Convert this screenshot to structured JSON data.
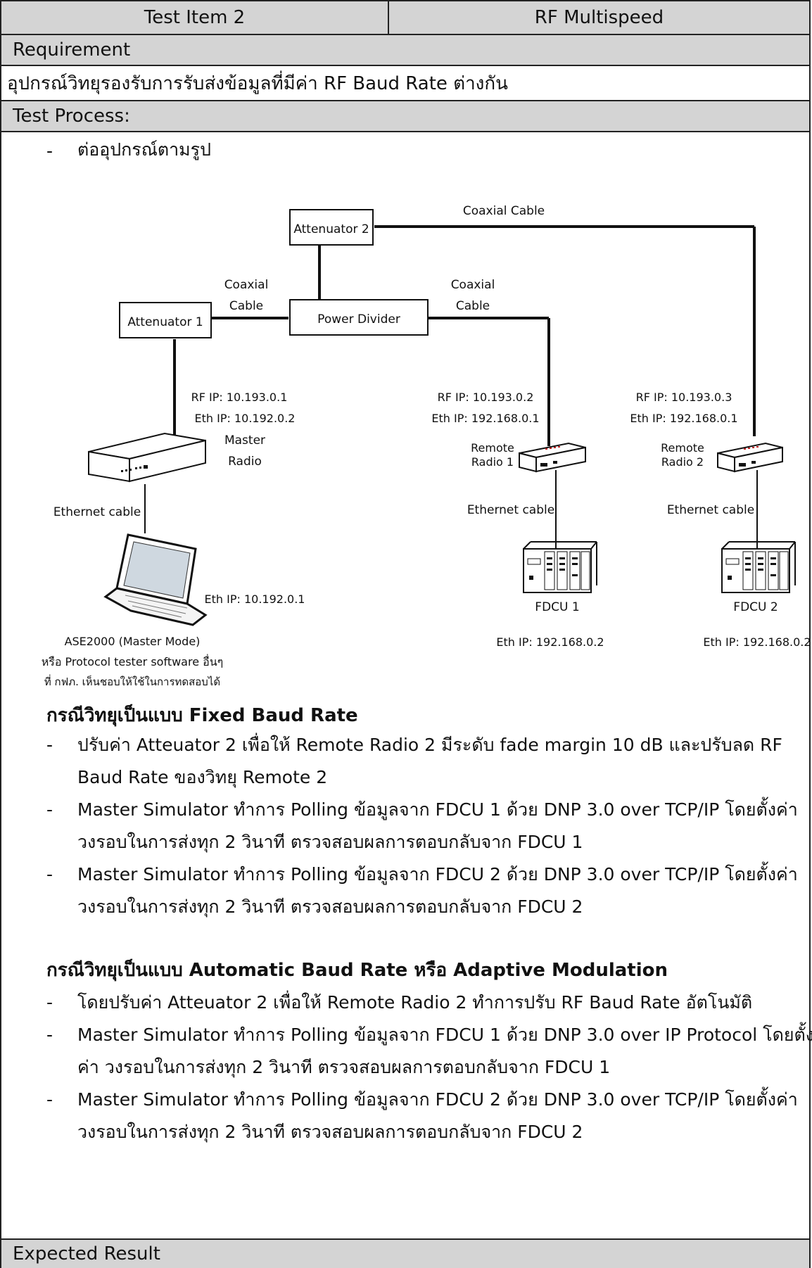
{
  "header": {
    "test_item": "Test Item 2",
    "title": "RF Multispeed"
  },
  "requirement": {
    "label": "Requirement",
    "text": "อุปกรณ์วิทยุรองรับการรับส่งข้อมูลที่มีค่า RF Baud Rate ต่างกัน"
  },
  "process": {
    "label": "Test Process:",
    "step_connect": "ต่ออุปกรณ์ตามรูป"
  },
  "diagram": {
    "attenuator1": "Attenuator 1",
    "attenuator2": "Attenuator 2",
    "power_divider": "Power Divider",
    "coax_top": "Coaxial Cable",
    "coax_left_1": "Coaxial",
    "coax_left_2": "Cable",
    "coax_right_1": "Coaxial",
    "coax_right_2": "Cable",
    "master_rf_ip": "RF IP: 10.193.0.1",
    "master_eth_ip": "Eth IP: 10.192.0.2",
    "master_label_1": "Master",
    "master_label_2": "Radio",
    "remote1_rf_ip": "RF IP: 10.193.0.2",
    "remote1_eth_ip": "Eth IP: 192.168.0.1",
    "remote1_label_1": "Remote",
    "remote1_label_2": "Radio 1",
    "remote2_rf_ip": "RF IP: 10.193.0.3",
    "remote2_eth_ip": "Eth IP: 192.168.0.1",
    "remote2_label_1": "Remote",
    "remote2_label_2": "Radio 2",
    "eth_cable_master": "Ethernet cable",
    "eth_cable_r1": "Ethernet cable",
    "eth_cable_r2": "Ethernet cable",
    "laptop_eth_ip": "Eth IP: 10.192.0.1",
    "fdcu1": "FDCU 1",
    "fdcu2": "FDCU 2",
    "fdcu1_eth_ip": "Eth IP: 192.168.0.2",
    "fdcu2_eth_ip": "Eth IP: 192.168.0.2",
    "ase_line1": "ASE2000 (Master Mode)",
    "ase_line2": "หรือ Protocol tester software อื่นๆ",
    "ase_line3": "ที่ กฟภ. เห็นชอบให้ใช้ในการทดสอบได้"
  },
  "fixed": {
    "heading": "กรณีวิทยุเป็นแบบ Fixed Baud Rate",
    "b1_l1": "ปรับค่า Atteuator 2 เพื่อให้ Remote Radio 2 มีระดับ fade margin 10 dB และปรับลด RF",
    "b1_l2": "Baud Rate ของวิทยุ Remote 2",
    "b2_l1": "Master Simulator ทำการ Polling ข้อมูลจาก FDCU 1 ด้วย DNP 3.0 over TCP/IP โดยตั้งค่า",
    "b2_l2": "วงรอบในการส่งทุก 2 วินาที ตรวจสอบผลการตอบกลับจาก FDCU 1",
    "b3_l1": "Master Simulator ทำการ Polling ข้อมูลจาก FDCU 2 ด้วย DNP 3.0 over TCP/IP โดยตั้งค่า",
    "b3_l2": "วงรอบในการส่งทุก 2 วินาที ตรวจสอบผลการตอบกลับจาก FDCU 2"
  },
  "adaptive": {
    "heading": "กรณีวิทยุเป็นแบบ Automatic Baud Rate หรือ Adaptive Modulation",
    "b1_l1": "โดยปรับค่า Atteuator 2 เพื่อให้ Remote Radio 2 ทำการปรับ RF Baud Rate อัตโนมัติ",
    "b2_l1": "Master Simulator ทำการ Polling ข้อมูลจาก FDCU 1 ด้วย DNP 3.0 over IP Protocol โดยตั้ง",
    "b2_l2": "ค่า วงรอบในการส่งทุก 2 วินาที ตรวจสอบผลการตอบกลับจาก FDCU 1",
    "b3_l1": "Master Simulator ทำการ Polling ข้อมูลจาก FDCU 2 ด้วย DNP 3.0 over TCP/IP โดยตั้งค่า",
    "b3_l2": "วงรอบในการส่งทุก 2 วินาที ตรวจสอบผลการตอบกลับจาก FDCU 2"
  },
  "expected": {
    "label": "Expected Result"
  },
  "dash": "-"
}
